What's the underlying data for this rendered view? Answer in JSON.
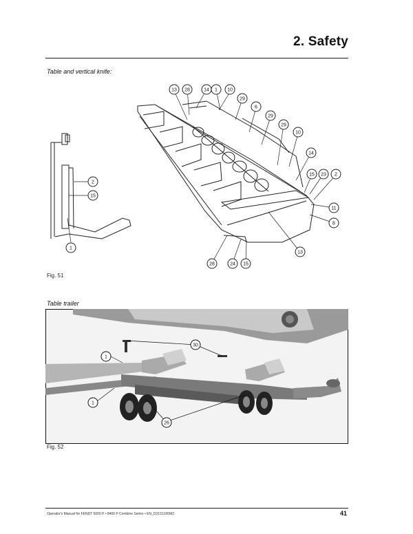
{
  "header": {
    "title": "2. Safety"
  },
  "section1": {
    "caption": "Table and vertical knife:",
    "fig_label": "Fig. 51",
    "callouts": [
      "13",
      "28",
      "14",
      "1",
      "10",
      "29",
      "6",
      "29",
      "29",
      "10",
      "14",
      "15",
      "23",
      "2",
      "11",
      "8",
      "13",
      "15",
      "24",
      "28",
      "2",
      "15",
      "1"
    ]
  },
  "section2": {
    "caption": "Table trailer",
    "fig_label": "Fig. 52",
    "callouts": [
      "30",
      "1",
      "1",
      "26"
    ]
  },
  "footer": {
    "text": "Operator's Manual for FENDT 6000 P • 8400 P Combine Series • EN_D31S1100M2",
    "page_number": "41"
  }
}
